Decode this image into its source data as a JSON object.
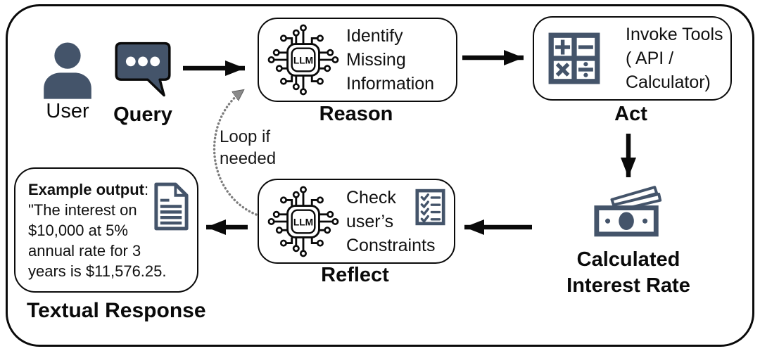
{
  "nodes": {
    "user": {
      "label": "User",
      "icon": "person-icon"
    },
    "query": {
      "label": "Query",
      "icon": "speech-bubble-icon"
    },
    "reason": {
      "lines": [
        "Identify",
        "Missing",
        "Information"
      ],
      "label": "Reason",
      "chip": "LLM",
      "icon": "llm-chip-icon"
    },
    "act": {
      "lines": [
        "Invoke Tools",
        "( API /",
        "Calculator)"
      ],
      "label": "Act",
      "icon": "calculator-icon"
    },
    "interest": {
      "lines": [
        "Calculated",
        "Interest Rate"
      ],
      "icon": "banknote-icon"
    },
    "reflect": {
      "lines": [
        "Check",
        "user’s",
        "Constraints"
      ],
      "label": "Reflect",
      "chip": "LLM",
      "icon": "llm-chip-icon",
      "side_icon": "checklist-icon"
    },
    "output": {
      "heading": "Example output",
      "heading_colon": ":",
      "lines": [
        "\"The interest on",
        "$10,000 at 5%",
        "annual rate for 3",
        "years is $11,576.25."
      ],
      "label": "Textual Response",
      "icon": "document-icon"
    }
  },
  "loop": {
    "lines": [
      "Loop if",
      "needed"
    ]
  },
  "colors": {
    "icon_slate": "#44546A",
    "outline_black": "#0A0A0A",
    "loop_gray": "#8A8A8A",
    "background": "#FFFFFF"
  }
}
